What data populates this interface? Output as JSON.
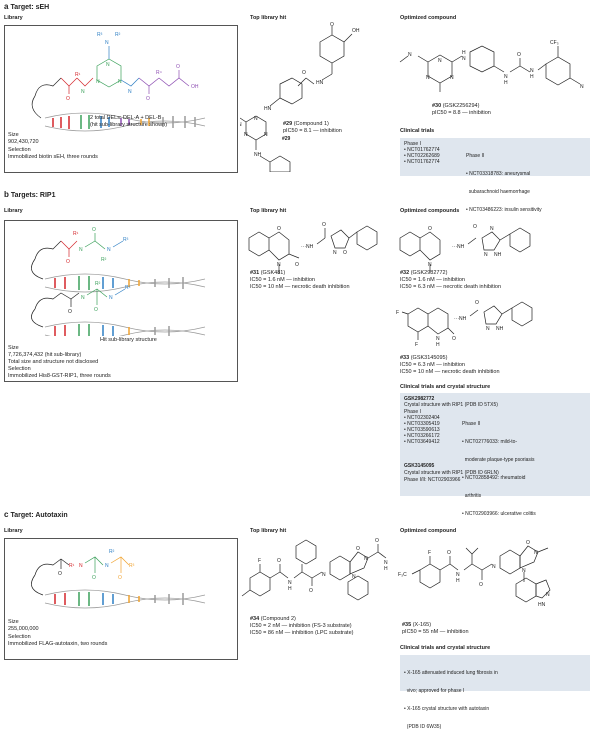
{
  "panel_a": {
    "letter": "a",
    "title": "Target: sEH",
    "col_library": "Library",
    "col_hit": "Top library hit",
    "col_opt": "Optimized compound",
    "lib_note1": "2 total DELs: DEL-A + DEL-B",
    "lib_note2": "(hit sub-library structure shown)",
    "size_label": "Size",
    "size_value": "902,430,720",
    "sel_label": "Selection",
    "sel_value": "Immobilized biotin sEH, three rounds",
    "hit_id": "#29",
    "hit_name": "(Compound 1)",
    "hit_act": "pIC50 = 8.1 — inhibition",
    "opt_id": "#30",
    "opt_name": "(GSK2256294)",
    "opt_act": "pIC50 = 8.8 — inhibition",
    "trials_title": "Clinical trials",
    "trials_phase1_head": "Phase I",
    "trials_phase1": [
      "• NCT01762774",
      "• NCT02262689",
      "• NCT01762774"
    ],
    "trials_phase2_head": "Phase II",
    "trials_phase2": [
      "• NCT03318783: aneurysmal",
      "  subarachnoid haemorrhage",
      "• NCT03486223: insulin sensitivity"
    ]
  },
  "panel_b": {
    "letter": "b",
    "title": "Targets: RIP1",
    "col_library": "Library",
    "col_hit": "Top library hit",
    "col_opt": "Optimized compounds",
    "lib_note": "Hit sub-library structure",
    "size_label": "Size",
    "size_value": "7,726,374,432 (hit sub-library)",
    "size_note": "Total size and structure not disclosed",
    "sel_label": "Selection",
    "sel_value": "Immobilized His8-GST-RIP1, three rounds",
    "hit_id": "#31",
    "hit_name": "(GSK481)",
    "hit_act1": "IC50 = 1.6 nM — inhibition",
    "hit_act2": "IC50 = 10 nM — necrotic death inhibition",
    "opt1_id": "#32",
    "opt1_name": "(GSK2982772)",
    "opt1_act1": "IC50 = 1.6 nM — inhibition",
    "opt1_act2": "IC50 = 6.3 nM — necrotic death inhibition",
    "opt2_id": "#33",
    "opt2_name": "(GSK3145095)",
    "opt2_act1": "IC50 = 6.3 nM — inhibition",
    "opt2_act2": "IC50 = 10 nM — necrotic death inhibition",
    "trials_title": "Clinical trials and crystal structure",
    "gsk1_name": "GSK2982772",
    "gsk1_crystal": "Crystal structure with RIP1 (PDB ID 5TX5)",
    "phase1_head": "Phase I",
    "phase1": [
      "• NCT02302404",
      "• NCT03305419",
      "• NCT03590613",
      "• NCT03266172",
      "• NCT03649412"
    ],
    "phase2_head": "Phase II",
    "phase2": [
      "• NCT02776033: mild-to-",
      "  moderate plaque-type psoriasis",
      "• NCT02858492: rheumatoid",
      "  arthritis",
      "• NCT02903966: ulcerative colitis"
    ],
    "gsk2_name": "GSK3145095",
    "gsk2_crystal": "Crystal structure with RIP1 (PDB ID 6RLN)",
    "gsk2_phase": "Phase I/II: NCT02903966"
  },
  "panel_c": {
    "letter": "c",
    "title": "Target: Autotaxin",
    "col_library": "Library",
    "col_hit": "Top library hit",
    "col_opt": "Optimized compound",
    "size_label": "Size",
    "size_value": "255,000,000",
    "sel_label": "Selection",
    "sel_value": "Immobilized FLAG-autotaxin, two rounds",
    "hit_id": "#34",
    "hit_name": "(Compound 2)",
    "hit_act1": "IC50 = 2 nM — inhibition (FS-3 substrate)",
    "hit_act2": "IC50 = 86 nM — inhibition (LPC substrate)",
    "opt_id": "#35",
    "opt_name": "(X-165)",
    "opt_act": "pIC50 = 55 nM — inhibition",
    "trials_title": "Clinical trials and crystal structure",
    "trials": [
      "• X-165 attenuated induced lung fibrosis in",
      "  vivo; approved for phase I",
      "• X-165 crystal structure with autotaxin",
      "  (PDB ID 6W35)"
    ]
  },
  "colors": {
    "red": "#d4262b",
    "green": "#3aa05a",
    "blue": "#2e7fc4",
    "purple": "#8e4fb3",
    "orange": "#f0a330",
    "gray": "#9a9a9a",
    "trial_bg": "#dfe6ee"
  }
}
